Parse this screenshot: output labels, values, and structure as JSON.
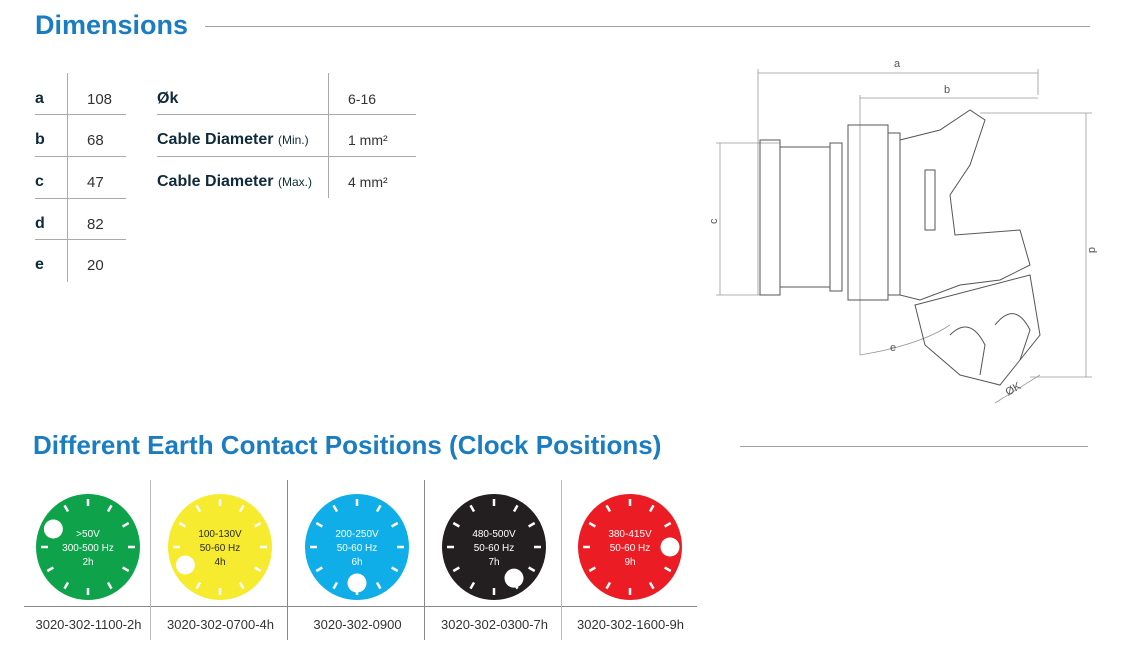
{
  "dimensions": {
    "title": "Dimensions",
    "table": [
      {
        "key": "a",
        "value": "108"
      },
      {
        "key": "b",
        "value": "68"
      },
      {
        "key": "c",
        "value": "47"
      },
      {
        "key": "d",
        "value": "82"
      },
      {
        "key": "e",
        "value": "20"
      }
    ],
    "specs": [
      {
        "label": "Øk",
        "qualifier": "",
        "value": "6-16"
      },
      {
        "label": "Cable Diameter",
        "qualifier": "(Min.)",
        "value": "1 mm²"
      },
      {
        "label": "Cable Diameter",
        "qualifier": "(Max.)",
        "value": "4 mm²"
      }
    ],
    "drawing_labels": {
      "a": "a",
      "b": "b",
      "c": "c",
      "d": "d",
      "e": "e",
      "k": "ØK"
    }
  },
  "earth": {
    "title": "Different Earth Contact Positions (Clock Positions)",
    "items": [
      {
        "voltage": ">50V",
        "freq": "300-500 Hz",
        "hour_label": "2h",
        "hour": 2,
        "color": "#0ea34a",
        "text_color": "#ffffff",
        "part": "3020-302-1100-2h"
      },
      {
        "voltage": "100-130V",
        "freq": "50-60 Hz",
        "hour_label": "4h",
        "hour": 4,
        "color": "#f6eb2e",
        "text_color": "#2a2a2a",
        "part": "3020-302-0700-4h"
      },
      {
        "voltage": "200-250V",
        "freq": "50-60 Hz",
        "hour_label": "6h",
        "hour": 6,
        "color": "#10aee8",
        "text_color": "#ffffff",
        "part": "3020-302-0900"
      },
      {
        "voltage": "480-500V",
        "freq": "50-60 Hz",
        "hour_label": "7h",
        "hour": 7,
        "color": "#231f20",
        "text_color": "#ffffff",
        "part": "3020-302-0300-7h"
      },
      {
        "voltage": "380-415V",
        "freq": "50-60 Hz",
        "hour_label": "9h",
        "hour": 9,
        "color": "#ec1c24",
        "text_color": "#ffffff",
        "part": "3020-302-1600-9h"
      }
    ]
  }
}
